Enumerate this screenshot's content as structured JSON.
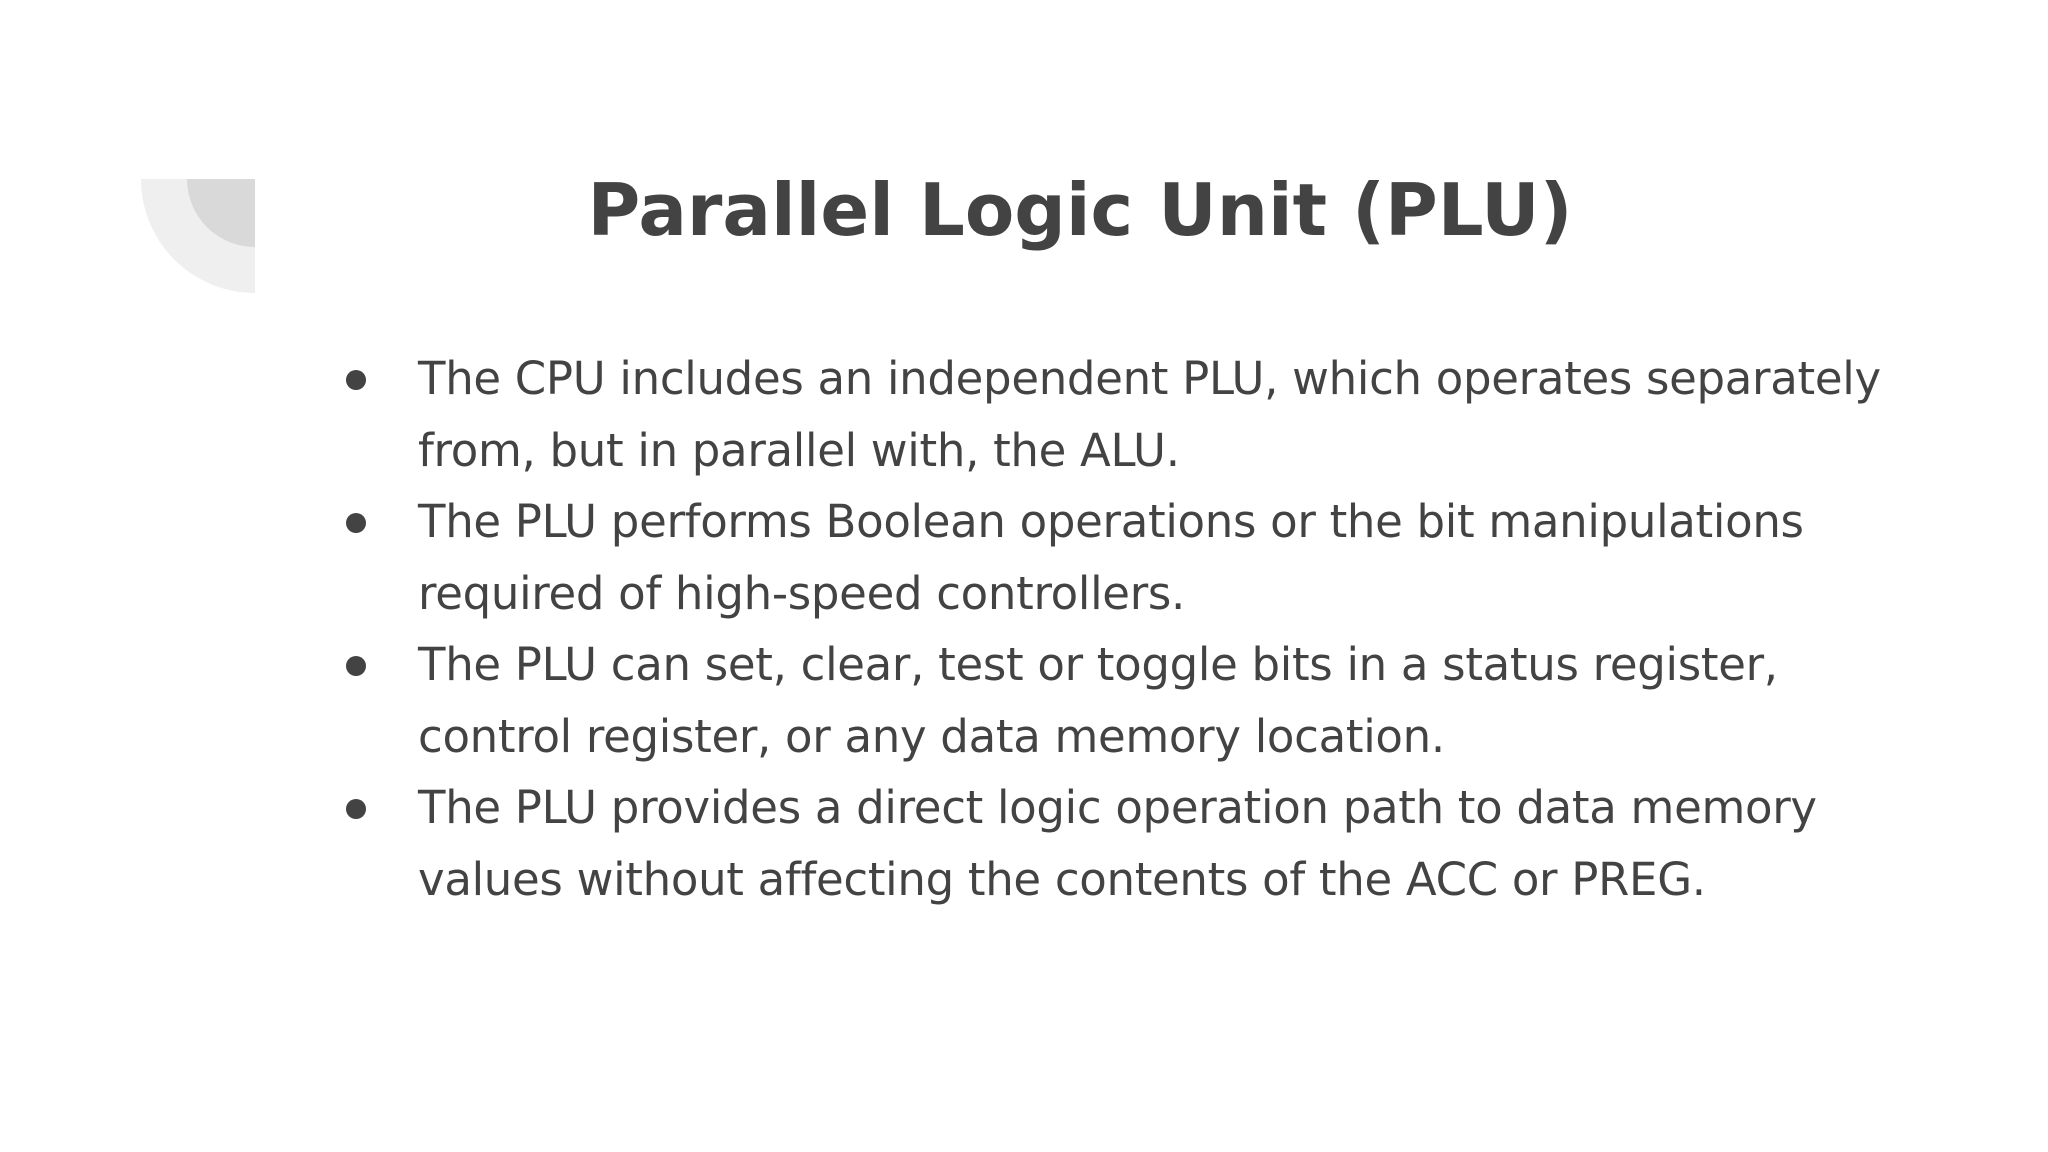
{
  "slide": {
    "title": "Parallel Logic Unit (PLU)",
    "bullets": [
      "The CPU includes an independent PLU, which operates separately from, but in parallel with, the ALU.",
      "The PLU performs Boolean operations or the bit manipulations required of high-speed controllers.",
      "The PLU can set, clear, test or toggle bits in a status register, control register, or any data memory location.",
      "The PLU provides a direct logic operation path to data memory values without affecting the contents of the ACC or PREG."
    ]
  },
  "colors": {
    "text": "#434343",
    "decoration_outer": "#efefef",
    "decoration_inner": "#d9d9d9",
    "background": "#ffffff"
  }
}
